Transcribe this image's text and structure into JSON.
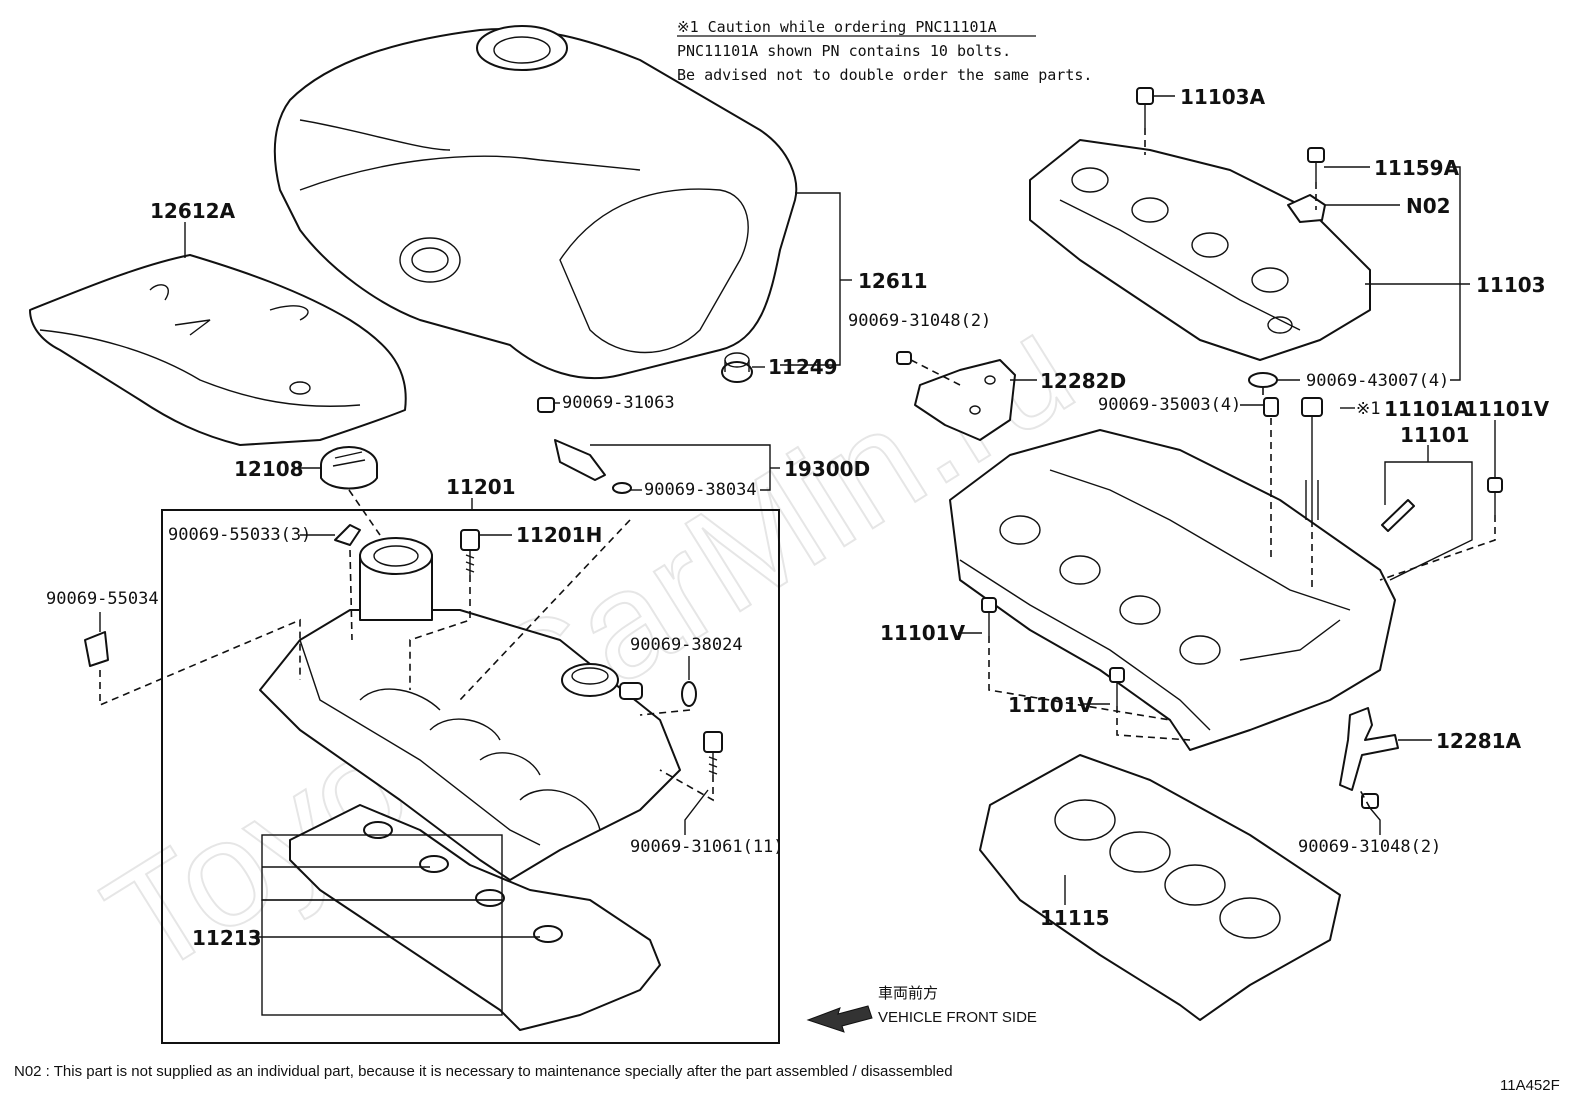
{
  "watermark": "ToyotaCarMin.ru",
  "notes": {
    "line1": "※1 Caution while ordering PNC11101A",
    "line2": "PNC11101A shown PN contains 10 bolts.",
    "line3": "Be advised not to double order the same parts."
  },
  "parts": {
    "p11103A": "11103A",
    "p11159A": "11159A",
    "pN02": "N02",
    "p11103": "11103",
    "p12612A": "12612A",
    "p12611": "12611",
    "p11249": "11249",
    "p90069_31048a": "90069-31048(2)",
    "p12282D": "12282D",
    "p90069_43007": "90069-43007(4)",
    "p90069_31063": "90069-31063",
    "p90069_35003": "90069-35003(4)",
    "p11101A_mark": "※1",
    "p11101A": "11101A",
    "p11101V_a": "11101V",
    "p11101": "11101",
    "p12108": "12108",
    "p19300D": "19300D",
    "p90069_38034": "90069-38034",
    "p11201": "11201",
    "p90069_55033": "90069-55033(3)",
    "p11201H": "11201H",
    "p90069_55034": "90069-55034",
    "p11101V_b": "11101V",
    "p90069_38024": "90069-38024",
    "p11101V_c": "11101V",
    "p12281A": "12281A",
    "p90069_31061": "90069-31061(11)",
    "p90069_31048b": "90069-31048(2)",
    "p11115": "11115",
    "p11213": "11213"
  },
  "direction": {
    "jp": "車両前方",
    "en": "VEHICLE FRONT SIDE"
  },
  "footer": {
    "n02_note": "N02 : This part is not supplied as an individual part, because it is necessary to maintenance specially after the part assembled / disassembled",
    "figure_id": "11A452F"
  }
}
